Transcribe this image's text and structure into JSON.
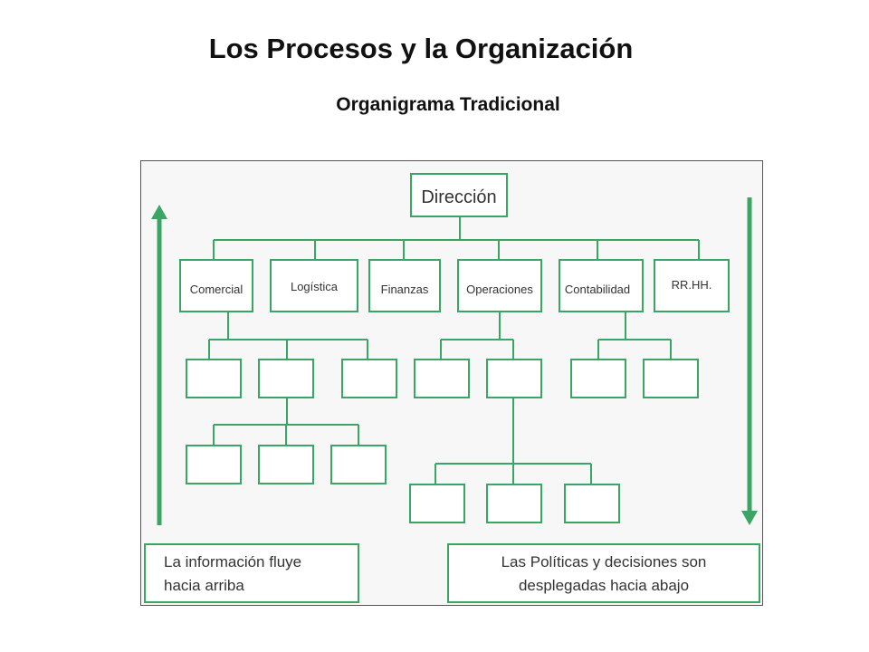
{
  "slide": {
    "title": "Los Procesos y la Organización",
    "subtitle": "Organigrama Tradicional"
  },
  "chart": {
    "top_box": "Dirección",
    "departments": [
      "Comercial",
      "Logística",
      "Finanzas",
      "Operaciones",
      "Contabilidad",
      "RR.HH."
    ],
    "note_left": [
      "La información fluye",
      "hacia arriba"
    ],
    "note_right": [
      "Las Políticas y decisiones son",
      "desplegadas hacia abajo"
    ]
  },
  "colors": {
    "accent": "#3aa564",
    "panel_bg": "#f7f7f7",
    "text": "#333333"
  }
}
